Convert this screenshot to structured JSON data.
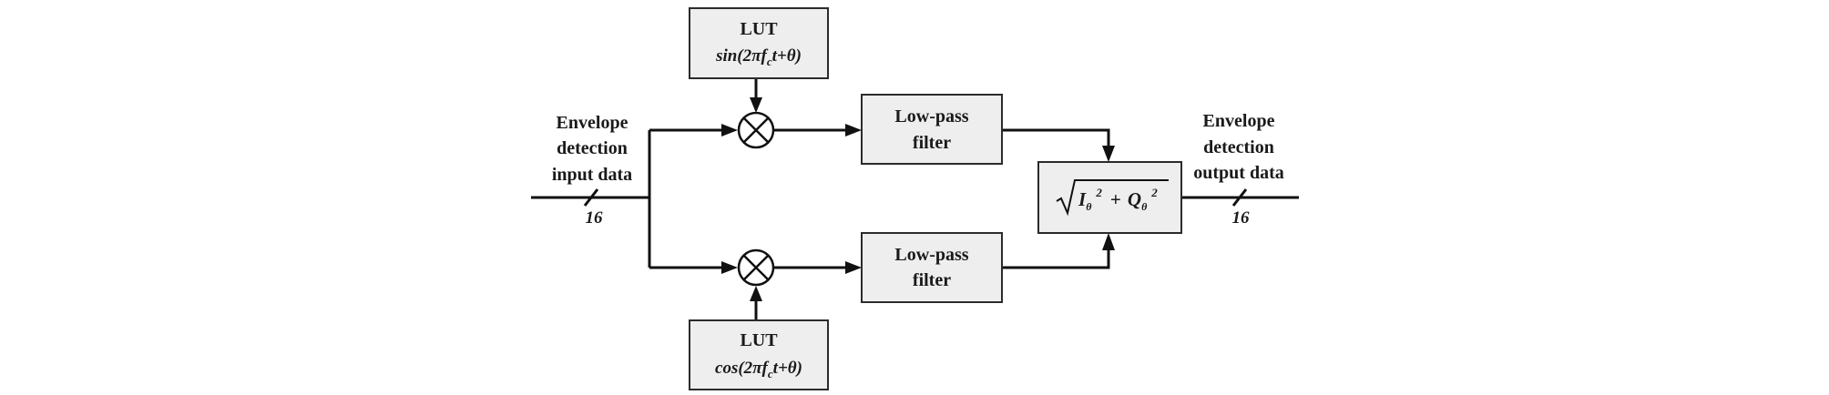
{
  "lut_top": {
    "title": "LUT",
    "func_prefix": "sin(2πf",
    "func_sub": "c",
    "func_suffix": "t+θ)"
  },
  "lut_bottom": {
    "title": "LUT",
    "func_prefix": "cos(2πf",
    "func_sub": "c",
    "func_suffix": "t+θ)"
  },
  "filter_top": {
    "line1": "Low-pass",
    "line2": "filter"
  },
  "filter_bottom": {
    "line1": "Low-pass",
    "line2": "filter"
  },
  "magnitude_block": {
    "i_base": "I",
    "i_sub": "θ",
    "i_sup": "2",
    "plus": "+",
    "q_base": "Q",
    "q_sub": "θ",
    "q_sup": "2"
  },
  "input_label": {
    "line1": "Envelope",
    "line2": "detection",
    "line3": "input data"
  },
  "output_label": {
    "line1": "Envelope",
    "line2": "detection",
    "line3": "output data"
  },
  "input_bus_width": "16",
  "output_bus_width": "16"
}
